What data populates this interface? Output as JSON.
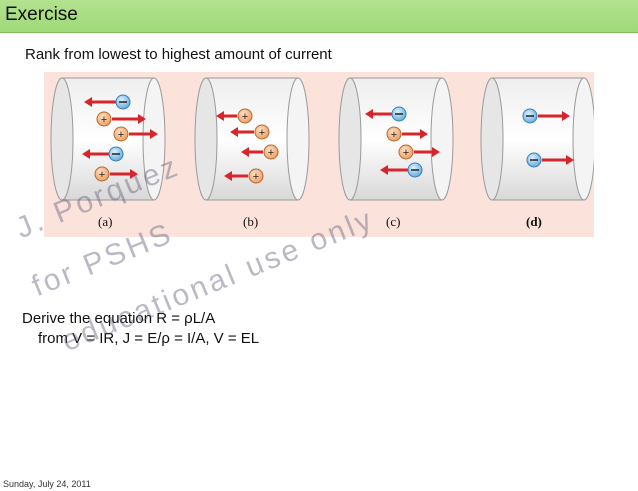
{
  "header": {
    "title": "Exercise"
  },
  "content": {
    "prompt": "Rank from lowest to highest amount of current",
    "figure_labels": [
      "(a)",
      "(b)",
      "(c)",
      "(d)"
    ],
    "derive_line1": "Derive the equation R = ρL/A",
    "derive_line2": "from V = IR, J = E/ρ = I/A, V = EL"
  },
  "watermark": {
    "line1": "J. Porquez",
    "line2": "for PSHS",
    "line3": "educational use only"
  },
  "footer": {
    "date": "Sunday, July 24, 2011"
  },
  "colors": {
    "header_green": "#a7dc82",
    "panel_pink": "#fbe3dc",
    "arrow_red": "#d7262b",
    "positive_orange": "#f2a36b",
    "negative_blue": "#6db6e6"
  }
}
